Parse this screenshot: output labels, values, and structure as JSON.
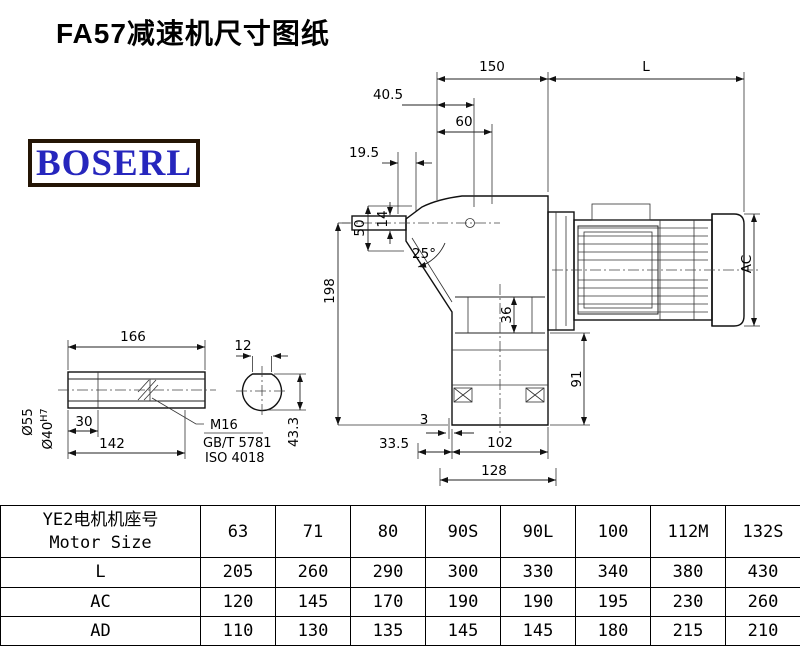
{
  "title": "FA57减速机尺寸图纸",
  "logo": "BOSERL",
  "main_view": {
    "d150": "150",
    "dL": "L",
    "d40_5": "40.5",
    "d60": "60",
    "d19_5": "19.5",
    "d50": "50",
    "d14": "14",
    "d25deg": "25°",
    "d198": "198",
    "d36": "36",
    "d91": "91",
    "dAC": "AC",
    "d3": "3",
    "d33_5": "33.5",
    "d102": "102",
    "d128": "128"
  },
  "shaft_view": {
    "d166": "166",
    "d12": "12",
    "d30": "30",
    "d142": "142",
    "d55": "Ø55",
    "d40": "Ø40",
    "d40_tol": "H7",
    "m16": "M16",
    "gbt": "GB/T 5781",
    "iso": "ISO 4018",
    "d43_3": "43.3"
  },
  "table": {
    "header_line1": "YE2电机机座号",
    "header_line2": "Motor Size",
    "sizes": [
      "63",
      "71",
      "80",
      "90S",
      "90L",
      "100",
      "112M",
      "132S"
    ],
    "rows": [
      {
        "label": "L",
        "values": [
          "205",
          "260",
          "290",
          "300",
          "330",
          "340",
          "380",
          "430"
        ]
      },
      {
        "label": "AC",
        "values": [
          "120",
          "145",
          "170",
          "190",
          "190",
          "195",
          "230",
          "260"
        ]
      },
      {
        "label": "AD",
        "values": [
          "110",
          "130",
          "135",
          "145",
          "145",
          "180",
          "215",
          "210"
        ]
      }
    ]
  }
}
